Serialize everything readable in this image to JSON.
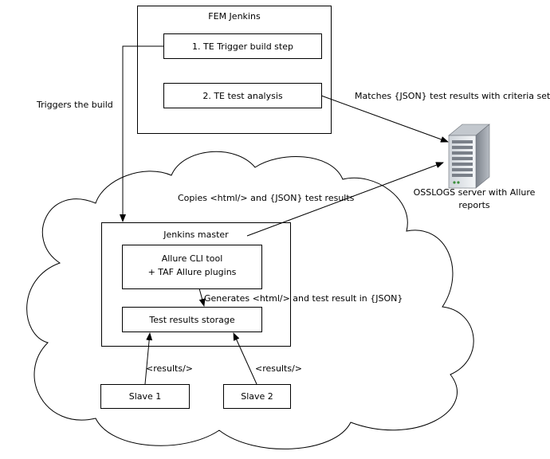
{
  "fem_jenkins": {
    "title": "FEM Jenkins",
    "step1": "1. TE Trigger build step",
    "step2": "2. TE test analysis"
  },
  "labels": {
    "triggers": "Triggers the build",
    "matches": "Matches {JSON} test results with criteria set",
    "copies": "Copies <html/> and {JSON} test results",
    "generates": "Generates <html/> and test result in {JSON}",
    "results_left": "<results/>",
    "results_right": "<results/>"
  },
  "server": {
    "line1": "OSSLOGS server with Allure",
    "line2": "reports",
    "icon": "server-icon"
  },
  "jenkins_master": {
    "title": "Jenkins master",
    "allure_line1": "Allure CLI tool",
    "allure_line2": "+ TAF Allure  plugins",
    "storage": "Test results storage"
  },
  "slaves": {
    "slave1": "Slave 1",
    "slave2": "Slave 2"
  },
  "colors": {
    "line": "#000000",
    "background": "#ffffff",
    "server_body": "#9aa0a8",
    "server_face": "#e6e9ee"
  }
}
